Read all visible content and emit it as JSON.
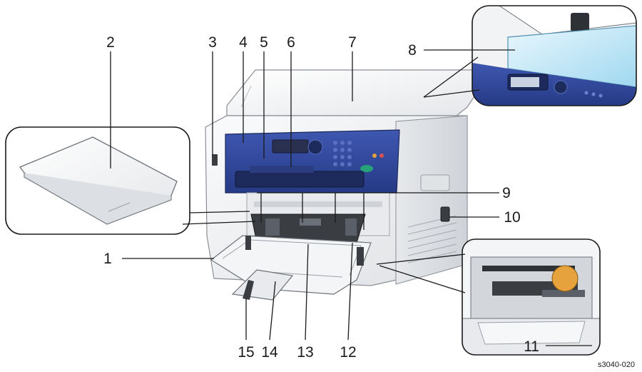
{
  "figure_id": "s3040-020",
  "callouts": {
    "c1": "1",
    "c2": "2",
    "c3": "3",
    "c4": "4",
    "c5": "5",
    "c6": "6",
    "c7": "7",
    "c8": "8",
    "c9": "9",
    "c10": "10",
    "c11": "11",
    "c12": "12",
    "c13": "13",
    "c14": "14",
    "c15": "15"
  },
  "colors": {
    "printer_body": "#f1f2f3",
    "control_panel": "#30479a",
    "panel_dark": "#1d2a5c",
    "glass": "#bfe6f6",
    "start_button": "#27a37a",
    "leader_line": "#1a1a1a"
  }
}
